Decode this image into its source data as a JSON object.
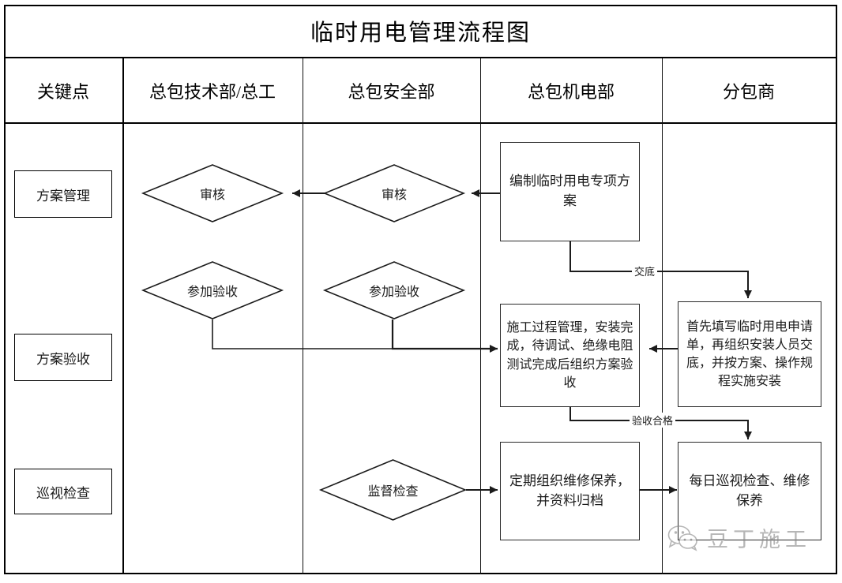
{
  "chart": {
    "type": "flowchart",
    "title": "临时用电管理流程图",
    "columns": [
      {
        "id": "key-points",
        "label": "关键点"
      },
      {
        "id": "tech-dept",
        "label": "总包技术部/总工"
      },
      {
        "id": "safety-dept",
        "label": "总包安全部"
      },
      {
        "id": "mech-elec",
        "label": "总包机电部"
      },
      {
        "id": "subcontractor",
        "label": "分包商"
      }
    ],
    "key_points": [
      {
        "id": "plan-management",
        "label": "方案管理"
      },
      {
        "id": "plan-acceptance",
        "label": "方案验收"
      },
      {
        "id": "patrol-inspection",
        "label": "巡视检查"
      }
    ],
    "nodes": [
      {
        "id": "review-tech",
        "shape": "diamond",
        "column": "tech-dept",
        "label": "审核"
      },
      {
        "id": "review-safety",
        "shape": "diamond",
        "column": "safety-dept",
        "label": "审核"
      },
      {
        "id": "draft-plan",
        "shape": "box",
        "column": "mech-elec",
        "label": "编制临时用电专项方案"
      },
      {
        "id": "join-accept-tech",
        "shape": "diamond",
        "column": "tech-dept",
        "label": "参加验收"
      },
      {
        "id": "join-accept-safety",
        "shape": "diamond",
        "column": "safety-dept",
        "label": "参加验收"
      },
      {
        "id": "construction-mgmt",
        "shape": "box",
        "column": "mech-elec",
        "label": "施工过程管理，安装完成，待调试、绝缘电阻测试完成后组织方案验收"
      },
      {
        "id": "fill-application",
        "shape": "box",
        "column": "subcontractor",
        "label": "首先填写临时用电申请单，再组织安装人员交底，并按方案、操作规程实施安装"
      },
      {
        "id": "supervise-check",
        "shape": "diamond",
        "column": "safety-dept",
        "label": "监督检查"
      },
      {
        "id": "periodic-maintain",
        "shape": "box",
        "column": "mech-elec",
        "label": "定期组织维修保养，并资料归档"
      },
      {
        "id": "daily-patrol",
        "shape": "box",
        "column": "subcontractor",
        "label": "每日巡视检查、维修保养"
      }
    ],
    "edges": [
      {
        "id": "e1",
        "from": "draft-plan",
        "to": "review-safety",
        "label": ""
      },
      {
        "id": "e2",
        "from": "review-safety",
        "to": "review-tech",
        "label": ""
      },
      {
        "id": "e3",
        "from": "draft-plan",
        "to": "fill-application",
        "label": "交底"
      },
      {
        "id": "e4",
        "from": "fill-application",
        "to": "construction-mgmt",
        "label": ""
      },
      {
        "id": "e5",
        "from": "join-accept-tech",
        "to": "construction-mgmt",
        "label": ""
      },
      {
        "id": "e6",
        "from": "join-accept-safety",
        "to": "construction-mgmt",
        "label": ""
      },
      {
        "id": "e7",
        "from": "construction-mgmt",
        "to": "daily-patrol",
        "label": "验收合格"
      },
      {
        "id": "e8",
        "from": "supervise-check",
        "to": "periodic-maintain",
        "label": ""
      },
      {
        "id": "e9",
        "from": "periodic-maintain",
        "to": "daily-patrol",
        "label": ""
      }
    ],
    "edge_labels": {
      "handover": "交底",
      "acceptance_passed": "验收合格"
    }
  },
  "watermark": {
    "text": "豆丁施工",
    "logo_name": "wechat-logo"
  },
  "colors": {
    "line": "#2a2a2a",
    "text": "#1b1b1b",
    "background": "#ffffff",
    "watermark": "#8a8a8a"
  }
}
